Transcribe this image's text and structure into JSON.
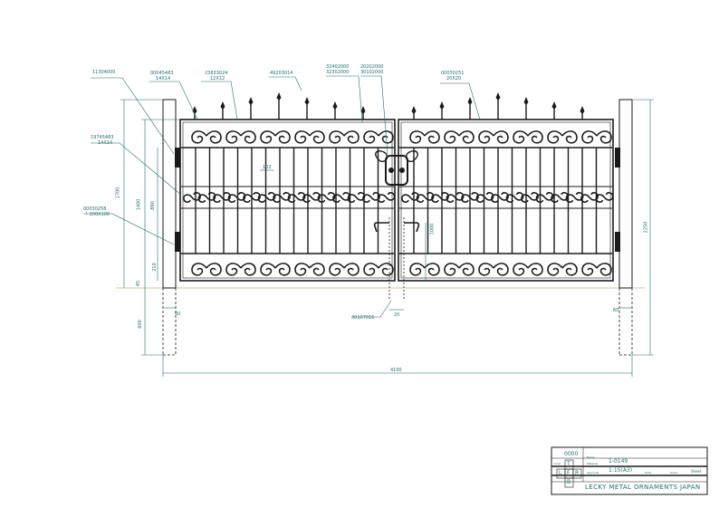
{
  "part_labels": [
    {
      "code": "11304000",
      "size": ""
    },
    {
      "code": "00045483",
      "size": "14X14"
    },
    {
      "code": "23833024",
      "size": "12X12"
    },
    {
      "code": "49203014",
      "size": ""
    },
    {
      "code": "32402000",
      "size": "32302000"
    },
    {
      "code": "20202000",
      "size": "30102000"
    },
    {
      "code": "00030251",
      "size": "20X20"
    },
    {
      "code": "19745483",
      "size": "14X14"
    },
    {
      "code": "00030258",
      "size": "100X100"
    },
    {
      "code": "30107016",
      "size": ""
    }
  ],
  "dimensions": {
    "post_height": "1700",
    "gate_height": "1400",
    "inner_height": "890",
    "bottom_offset": "210",
    "ground_gap": "45",
    "foundation": "600",
    "bar_spacing": "102",
    "handle_height": "1000",
    "total_height": "2250",
    "post_width_left": "60",
    "post_width_right": "60",
    "center_gap": "20",
    "total_width": "4100"
  },
  "title_block": {
    "drawing_no_label": "0000",
    "name_label": "Name",
    "quantity_value": "1-0149",
    "scale_value": "1:15(A3)",
    "scale_label": "Scale",
    "sheet_label": "Sheet",
    "company": "LECKY METAL ORNAMENTS JAPAN",
    "proj_letters": [
      "T",
      "L",
      "F",
      "R",
      "B"
    ],
    "small_label_1": "Cust",
    "small_label_2": "Material",
    "small_label_3": "Approval",
    "small_label_4": "Date",
    "small_label_5": "Sheet"
  },
  "colors": {
    "ink": "#1a1a1a",
    "dimension": "#1e6f6f",
    "ground": "#c9b46a"
  }
}
